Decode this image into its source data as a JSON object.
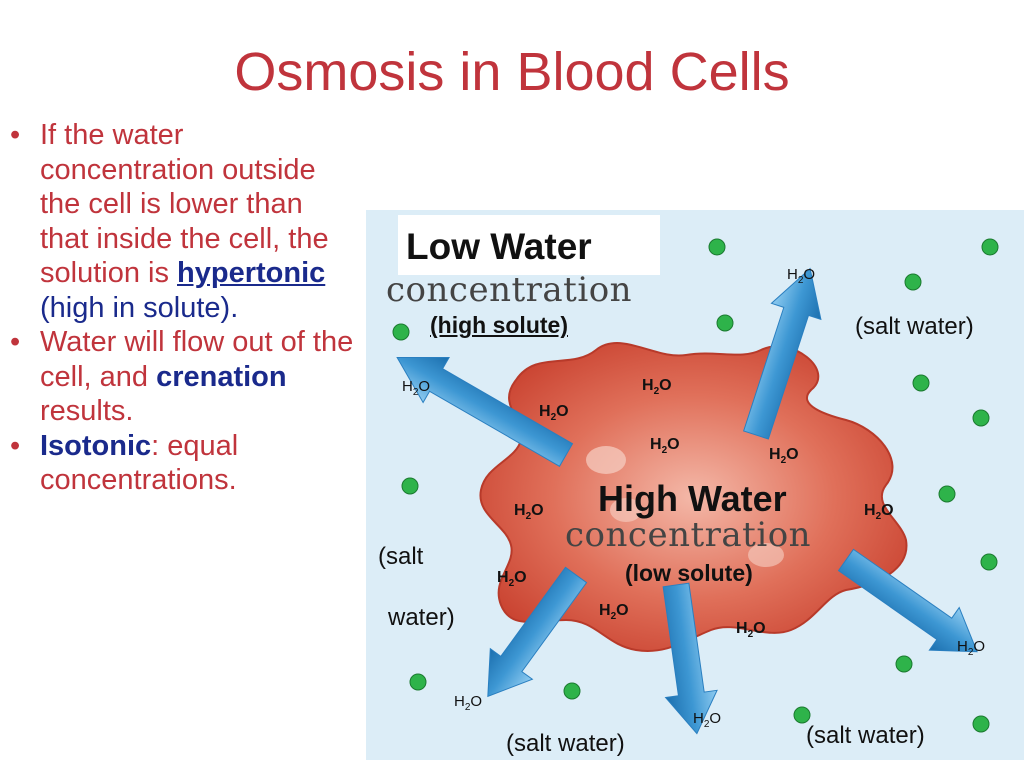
{
  "title": "Osmosis in Blood Cells",
  "bullets": [
    {
      "pre": "If the water concentration outside the cell is lower than that inside the cell, the solution is ",
      "kw": "hypertonic",
      "post": " (high in solute)."
    },
    {
      "pre": "Water will flow out of the cell, and ",
      "kw": "crenation",
      "post": " results."
    },
    {
      "kw": "Isotonic",
      "post": ": equal concentrations."
    }
  ],
  "bullet_glyph": "•",
  "diagram": {
    "outside_label": {
      "line1": "Low Water",
      "line2": "concentration",
      "solute": "(high solute)"
    },
    "inside_label": {
      "line1": "High Water",
      "line2": "concentration",
      "solute": "(low solute)"
    },
    "salt_water": "(salt water)",
    "salt_left_1": "(salt",
    "salt_left_2": "water)",
    "h2o": {
      "h": "H",
      "sub": "2",
      "o": "O"
    },
    "colors": {
      "cell": "#d6513f",
      "arrow": "#3d97d3",
      "dot": "#2eb34a",
      "background": "#dcedf7"
    }
  }
}
